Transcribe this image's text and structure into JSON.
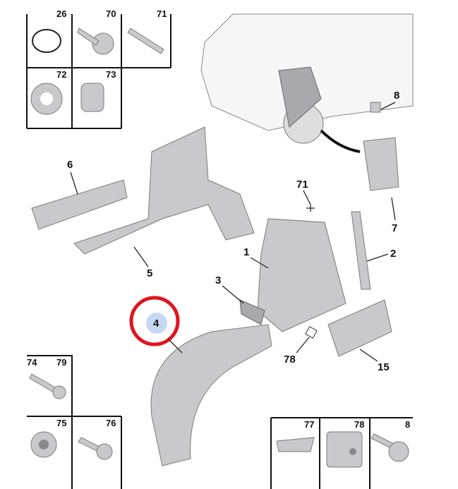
{
  "diagram": {
    "fastener_boxes_top_left": [
      "26",
      "70",
      "71",
      "72",
      "73"
    ],
    "fastener_boxes_bottom_left": [
      "74",
      "79",
      "75",
      "76"
    ],
    "fastener_boxes_bottom_right": [
      "77",
      "78",
      "8"
    ],
    "callouts": [
      "8",
      "6",
      "71",
      "7",
      "1",
      "2",
      "5",
      "3",
      "4",
      "78",
      "15"
    ],
    "highlighted_callout": "4",
    "highlight_color": "#e0141e",
    "highlight_fill": "#c7d8f5"
  }
}
